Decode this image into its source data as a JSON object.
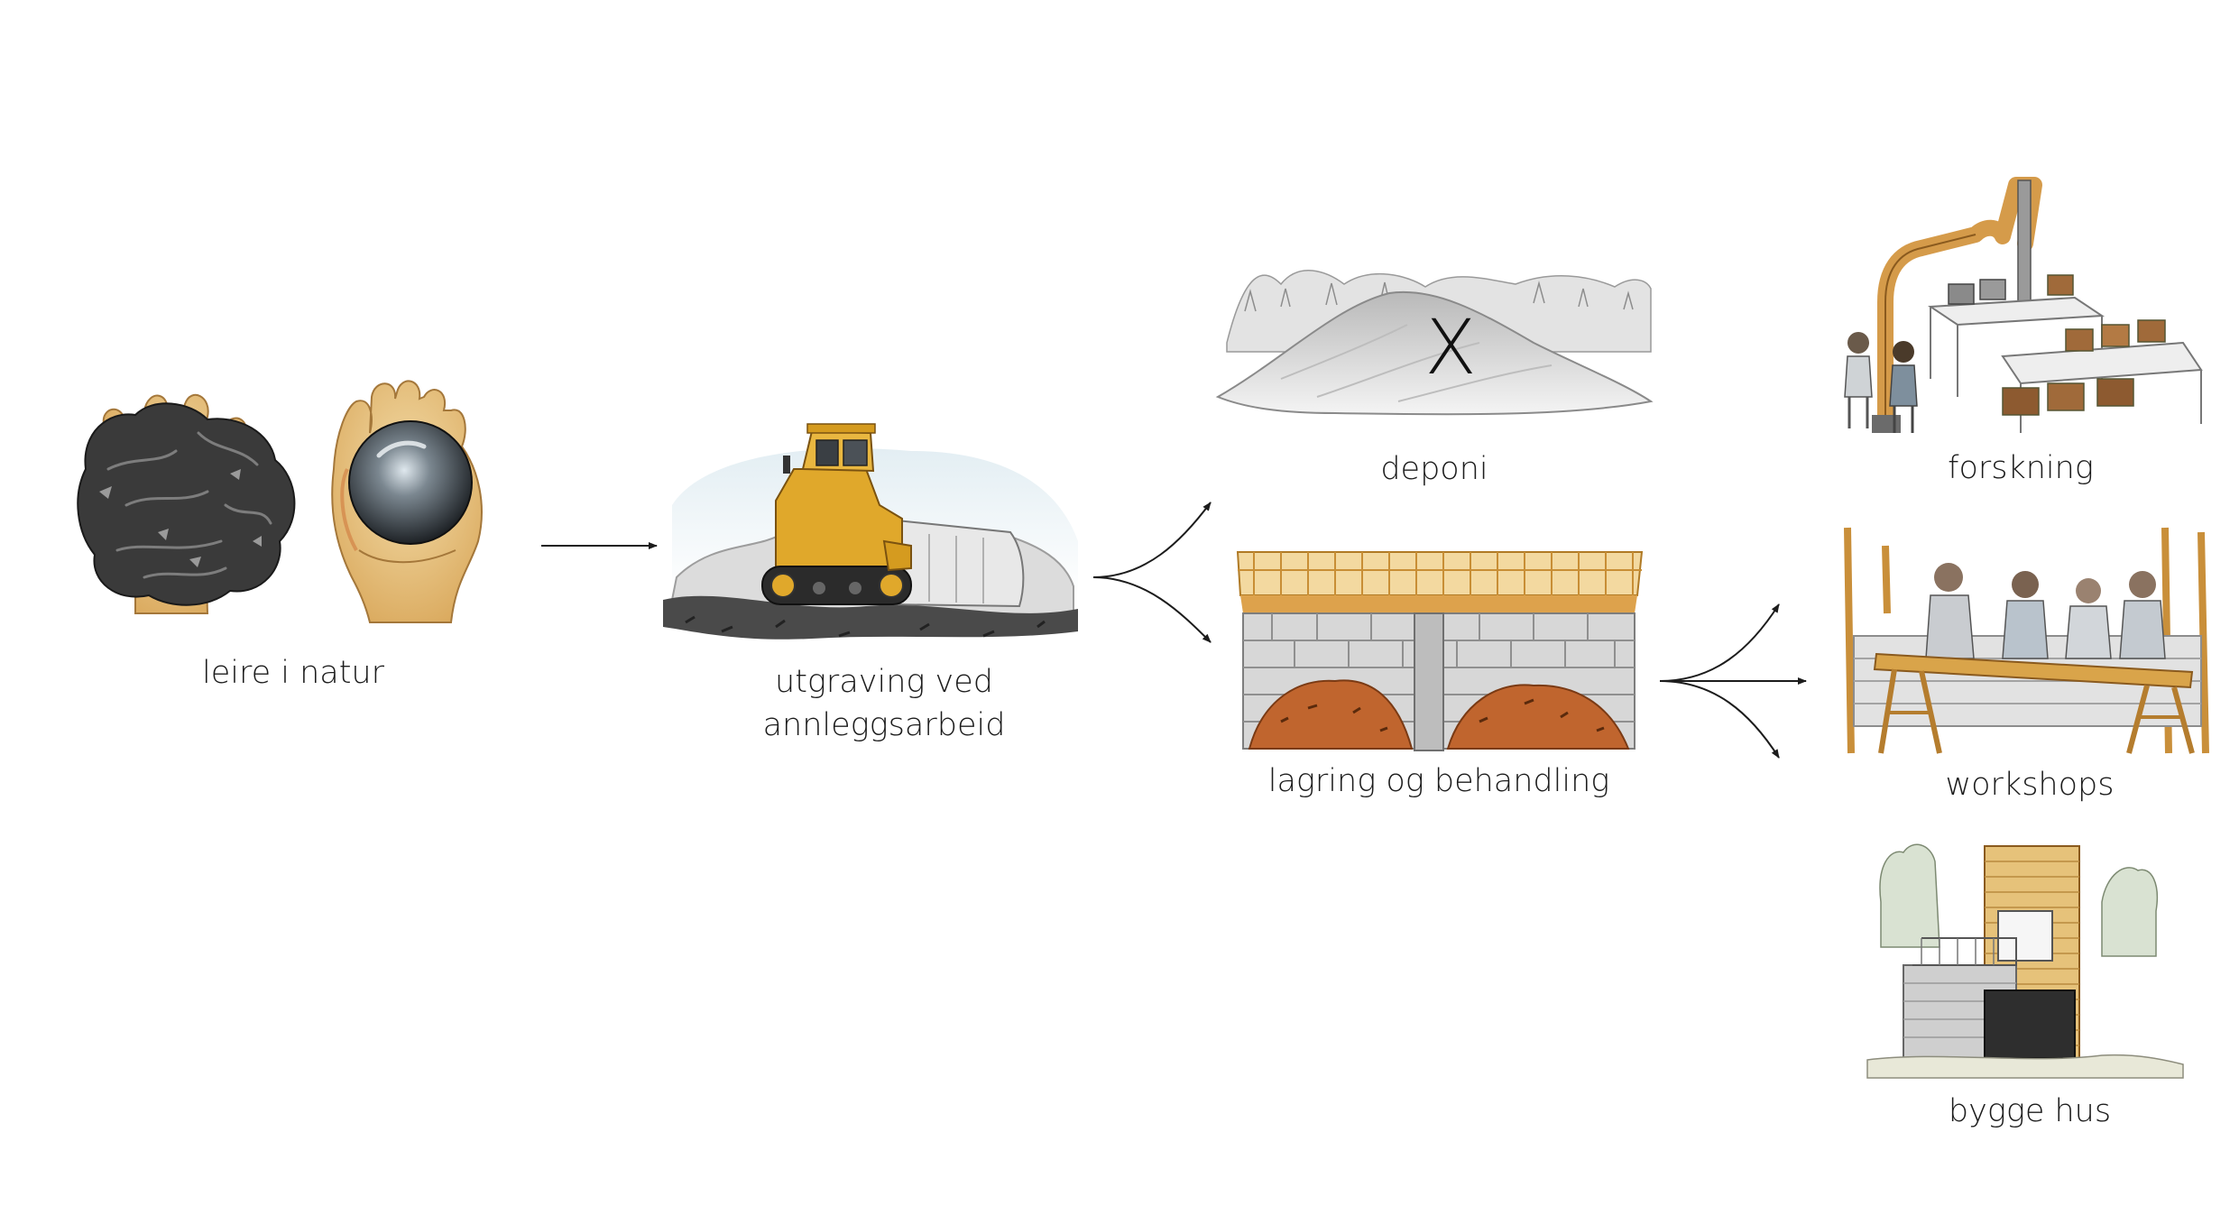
{
  "nodes": {
    "clay": {
      "label": "leire i natur",
      "icon": "clay-in-hands-icon"
    },
    "excavation": {
      "label_line1": "utgraving ved",
      "label_line2": "annleggsarbeid",
      "icon": "bulldozer-icon"
    },
    "landfill": {
      "label": "deponi",
      "icon": "landfill-hill-icon",
      "mark": "X"
    },
    "storage": {
      "label": "lagring og behandling",
      "icon": "storage-shed-icon"
    },
    "research": {
      "label": "forskning",
      "icon": "robot-arm-lab-icon"
    },
    "workshops": {
      "label": "workshops",
      "icon": "people-at-workbench-icon"
    },
    "building": {
      "label": "bygge hus",
      "icon": "earth-house-icon"
    }
  },
  "colors": {
    "ink": "#1c1c1c",
    "clay_dark": "#3a3a3a",
    "skin": "#e9c98a",
    "machine_yellow": "#e0a82b",
    "earth_orange": "#c0652e",
    "timber": "#d9a44a",
    "stone": "#8a8a8a",
    "sky": "#cfe3ec"
  }
}
